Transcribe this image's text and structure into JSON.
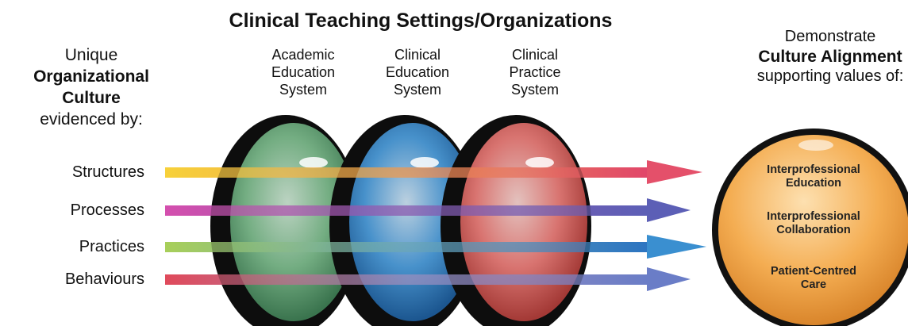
{
  "title": "Clinical Teaching Settings/Organizations",
  "left_panel": {
    "line1": "Unique",
    "line2": "Organizational",
    "line3": "Culture",
    "line4": "evidenced by:"
  },
  "rows": [
    {
      "label": "Structures",
      "colors": [
        "#f7d13a",
        "#f37a6a",
        "#e1466a"
      ]
    },
    {
      "label": "Processes",
      "colors": [
        "#d44fae",
        "#7b59a8",
        "#5c5fb6"
      ]
    },
    {
      "label": "Practices",
      "colors": [
        "#a8cf5a",
        "#3a8fd0",
        "#2c74c1"
      ]
    },
    {
      "label": "Behaviours",
      "colors": [
        "#e04a5b",
        "#5bb0d8",
        "#6a7dc7"
      ]
    }
  ],
  "systems": [
    {
      "lines": [
        "Academic",
        "Education",
        "System"
      ],
      "color": "#7fbf8f"
    },
    {
      "lines": [
        "Clinical",
        "Education",
        "System"
      ],
      "color": "#4ea0e0"
    },
    {
      "lines": [
        "Clinical",
        "Practice",
        "System"
      ],
      "color": "#ef7f7b"
    }
  ],
  "right_panel": {
    "line1": "Demonstrate",
    "line2": "Culture Alignment",
    "line3": "supporting values of:",
    "circle_items": [
      [
        "Interprofessional",
        "Education"
      ],
      [
        "Interprofessional",
        "Collaboration"
      ],
      [
        "Patient-Centred",
        "Care"
      ]
    ],
    "circle_color": "#f2a23c"
  }
}
